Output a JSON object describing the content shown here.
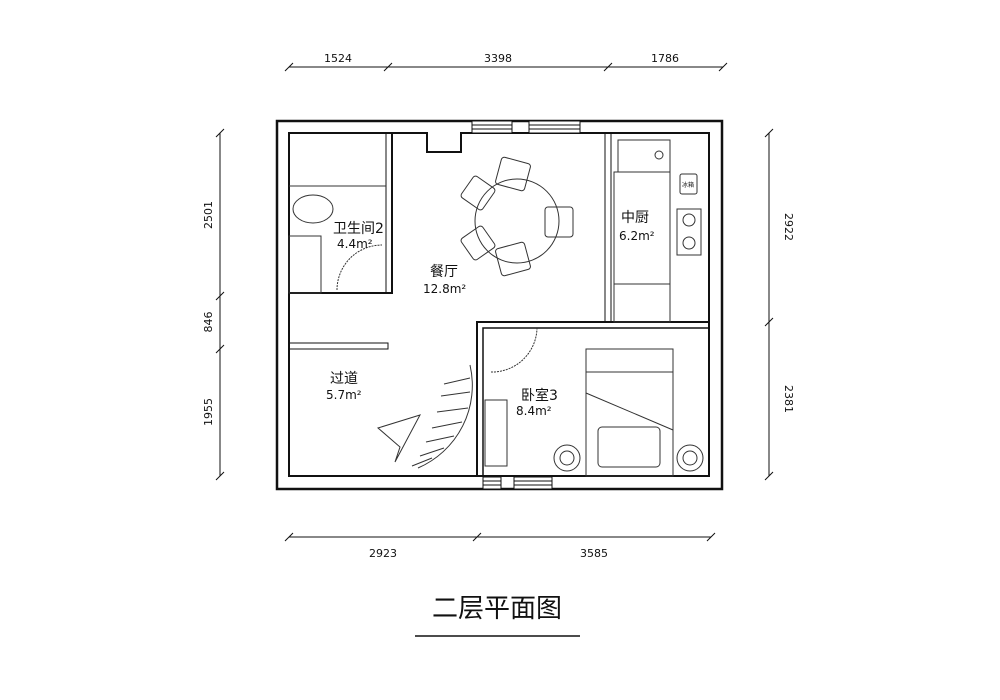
{
  "title": "二层平面图",
  "dimensions": {
    "top": [
      "1524",
      "3398",
      "1786"
    ],
    "bottom": [
      "2923",
      "3585"
    ],
    "left": [
      "2501",
      "846",
      "1955"
    ],
    "right": [
      "2922",
      "2381"
    ]
  },
  "rooms": [
    {
      "name": "卫生间2",
      "area": "4.4m²"
    },
    {
      "name": "餐厅",
      "area": "12.8m²"
    },
    {
      "name": "中厨",
      "area": "6.2m²"
    },
    {
      "name": "过道",
      "area": "5.7m²"
    },
    {
      "name": "卧室3",
      "area": "8.4m²"
    }
  ],
  "appliance_label": "冰箱"
}
